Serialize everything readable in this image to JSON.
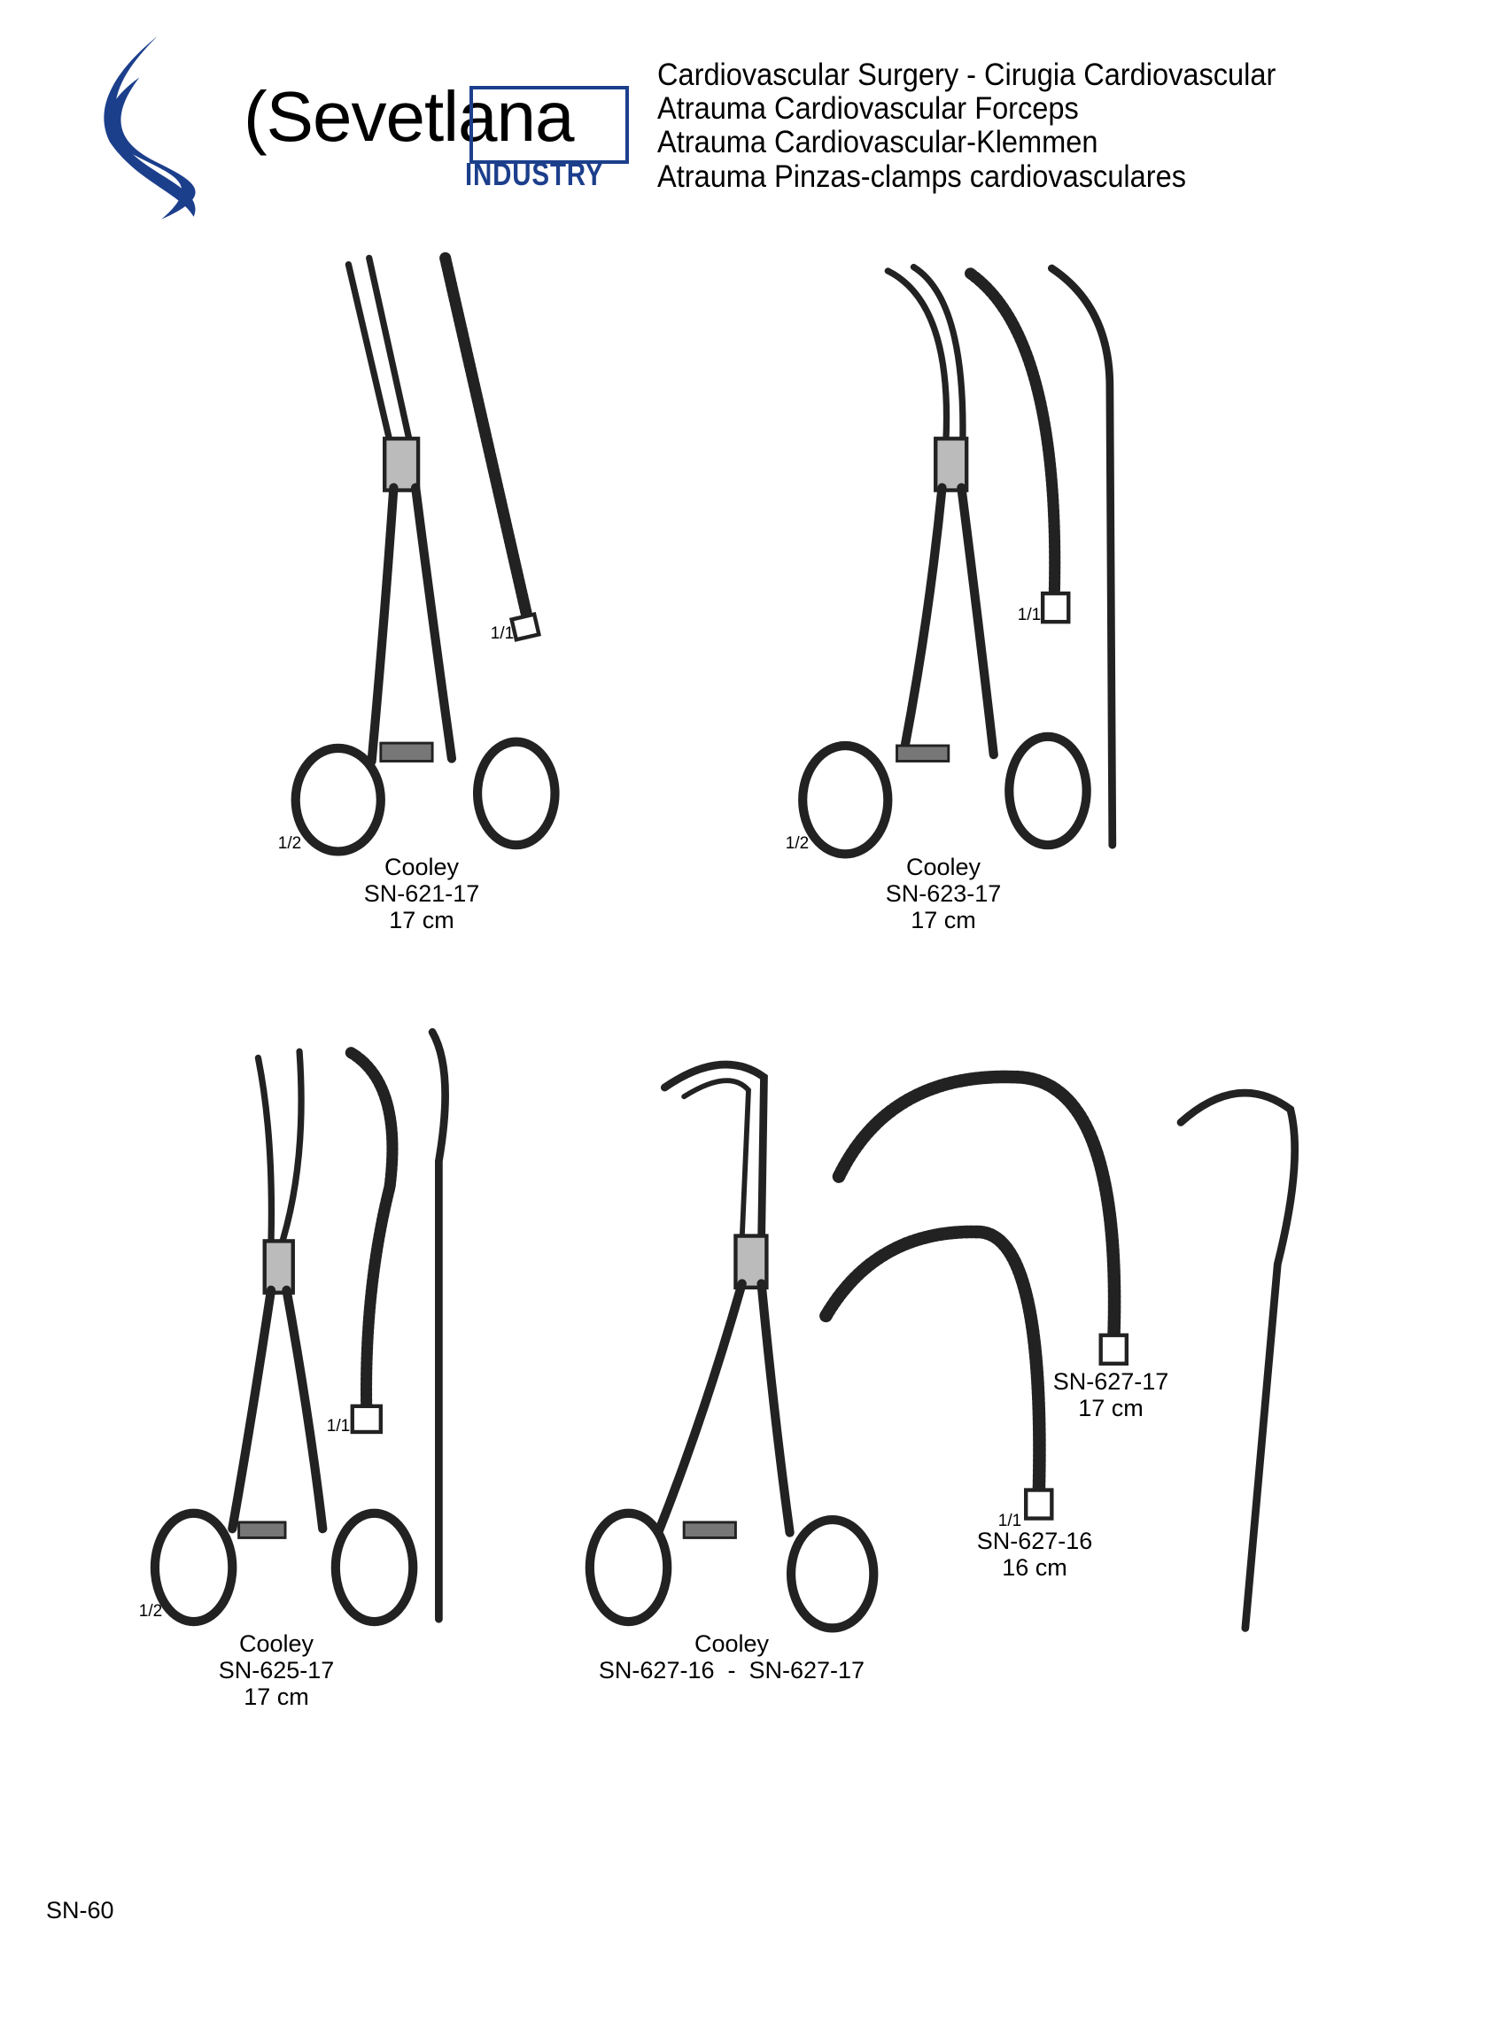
{
  "brand": {
    "name_part1": "(Sevet",
    "name_part2": "lana",
    "subtitle": "INDUSTRY",
    "color": "#1c3f8c"
  },
  "header": {
    "lines": [
      "Cardiovascular Surgery  -  Cirugia Cardiovascular",
      "Atrauma Cardiovascular Forceps",
      "Atrauma Cardiovascular-Klemmen",
      "Atrauma Pinzas-clamps cardiovasculares"
    ]
  },
  "products": [
    {
      "name": "Cooley",
      "code": "SN-621-17",
      "size": "17 cm",
      "scale_handle": "1/2",
      "scale_jaw": "1/1"
    },
    {
      "name": "Cooley",
      "code": "SN-623-17",
      "size": "17 cm",
      "scale_handle": "1/2",
      "scale_jaw": "1/1"
    },
    {
      "name": "Cooley",
      "code": "SN-625-17",
      "size": "17 cm",
      "scale_handle": "1/2",
      "scale_jaw": "1/1"
    },
    {
      "name": "Cooley",
      "code": "SN-627-16  -  SN-627-17",
      "scale_jaw": "1/1",
      "variants": [
        {
          "code": "SN-627-17",
          "size": "17 cm"
        },
        {
          "code": "SN-627-16",
          "size": "16 cm"
        }
      ]
    }
  ],
  "footer": {
    "page_number": "SN-60"
  }
}
